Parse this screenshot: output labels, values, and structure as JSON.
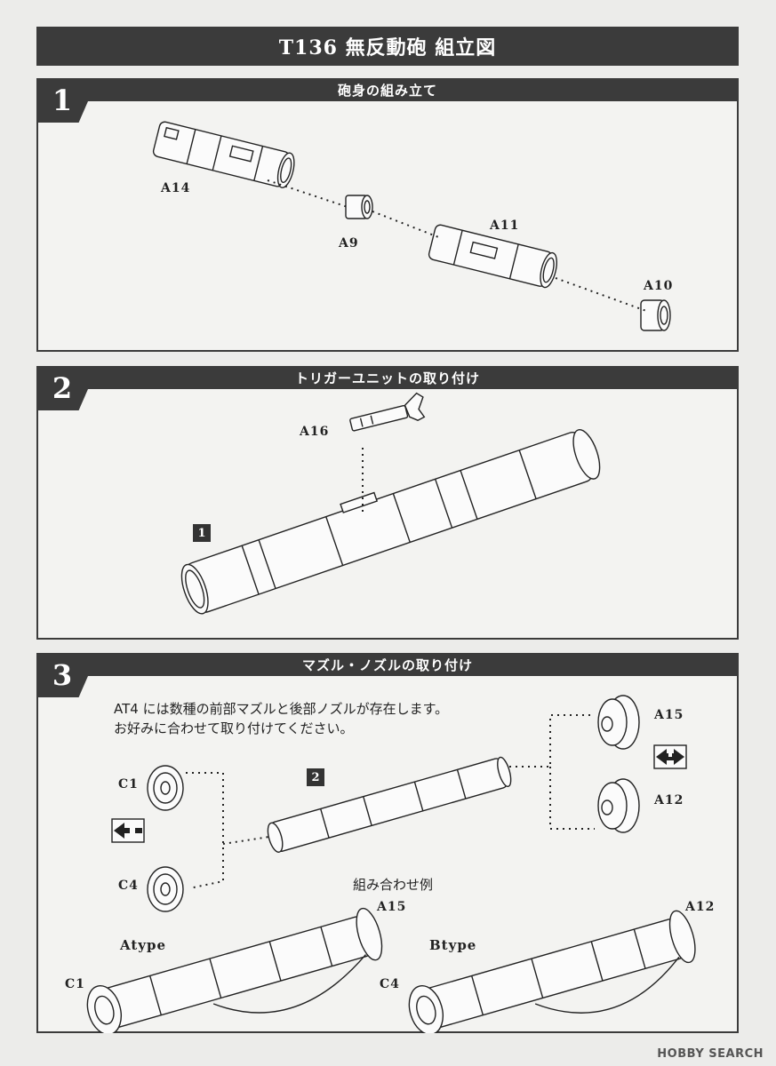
{
  "title": "T136 無反動砲 組立図",
  "steps": [
    {
      "number": "1",
      "heading": "砲身の組み立て",
      "parts": [
        "A14",
        "A9",
        "A11",
        "A10"
      ]
    },
    {
      "number": "2",
      "heading": "トリガーユニットの取り付け",
      "parts": [
        "A16"
      ],
      "ref": "1"
    },
    {
      "number": "3",
      "heading": "マズル・ノズルの取り付け",
      "note_line1": "AT4 には数種の前部マズルと後部ノズルが存在します。",
      "note_line2": "お好みに合わせて取り付けてください。",
      "parts": [
        "A15",
        "A12",
        "C1",
        "C4"
      ],
      "ref": "2",
      "example_title": "組み合わせ例",
      "example_a": {
        "type": "Atype",
        "front": "C1",
        "rear": "A15"
      },
      "example_b": {
        "type": "Btype",
        "front": "C4",
        "rear": "A12"
      }
    }
  ],
  "watermark": "HOBBY SEARCH",
  "icons": [
    "swap-arrow-icon"
  ]
}
